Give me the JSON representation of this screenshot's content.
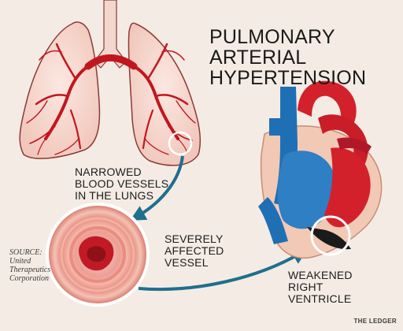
{
  "title": {
    "line1": "PULMONARY",
    "line2": "ARTERIAL",
    "line3": "HYPERTENSION"
  },
  "callouts": {
    "lungs": {
      "line1": "NARROWED",
      "line2": "BLOOD VESSELS",
      "line3": "IN THE LUNGS"
    },
    "vessel": {
      "line1": "SEVERELY",
      "line2": "AFFECTED",
      "line3": "VESSEL"
    },
    "ventricle": {
      "line1": "WEAKENED",
      "line2": "RIGHT",
      "line3": "VENTRICLE"
    }
  },
  "source": {
    "line1": "SOURCE:",
    "line2": "United",
    "line3": "Therapeutics",
    "line4": "Corporation"
  },
  "credit": "THE LEDGER",
  "colors": {
    "background": "#f4ece4",
    "lung_fill": "#f7d9cf",
    "artery_red": "#d3212b",
    "vein_blue": "#1f6fb5",
    "arrow_teal": "#1f6f8e",
    "heart_muscle": "#f2c9b4"
  }
}
